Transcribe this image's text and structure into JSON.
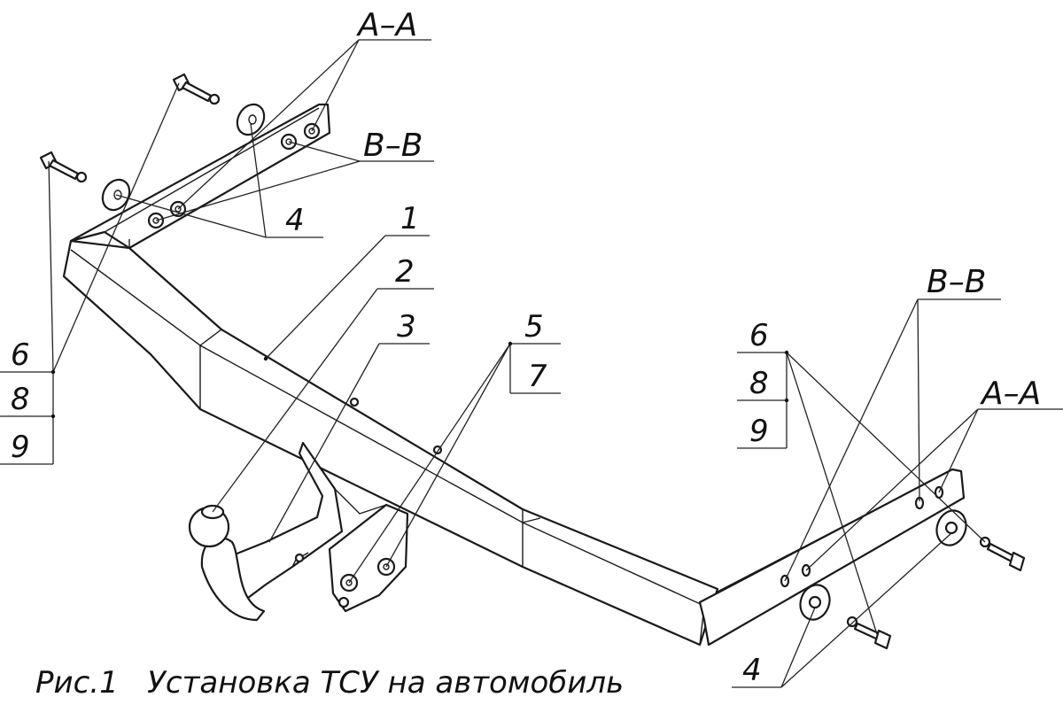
{
  "caption": "Рис.1   Установка ТСУ на автомобиль",
  "section_labels": {
    "aa_left": "A–A",
    "bb_left": "B–B",
    "bb_right": "B–B",
    "aa_right": "A–A"
  },
  "part_labels": {
    "p1": "1",
    "p2": "2",
    "p3": "3",
    "p4_left": "4",
    "p4_right": "4",
    "p5": "5",
    "p7": "7",
    "p6_left": "6",
    "p8_left": "8",
    "p9_left": "9",
    "p6_right": "6",
    "p8_right": "8",
    "p9_right": "9"
  }
}
